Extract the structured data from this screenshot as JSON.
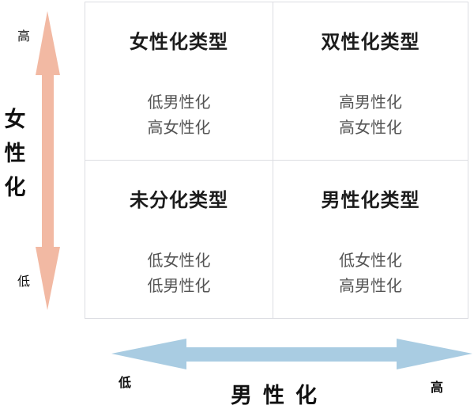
{
  "diagram": {
    "type": "quadrant",
    "y_axis": {
      "title": "女\n性\n化",
      "high_label": "高",
      "low_label": "低",
      "color": "#f2b9a3"
    },
    "x_axis": {
      "title": "男性化",
      "high_label": "高",
      "low_label": "低",
      "color": "#a9cce2"
    },
    "quadrants": {
      "top_left": {
        "title": "女性化类型",
        "line1": "低男性化",
        "line2": "高女性化"
      },
      "top_right": {
        "title": "双性化类型",
        "line1": "高男性化",
        "line2": "高女性化"
      },
      "bottom_left": {
        "title": "未分化类型",
        "line1": "低女性化",
        "line2": "低男性化"
      },
      "bottom_right": {
        "title": "男性化类型",
        "line1": "低女性化",
        "line2": "高男性化"
      }
    },
    "grid_line_color": "#dcdde2"
  }
}
